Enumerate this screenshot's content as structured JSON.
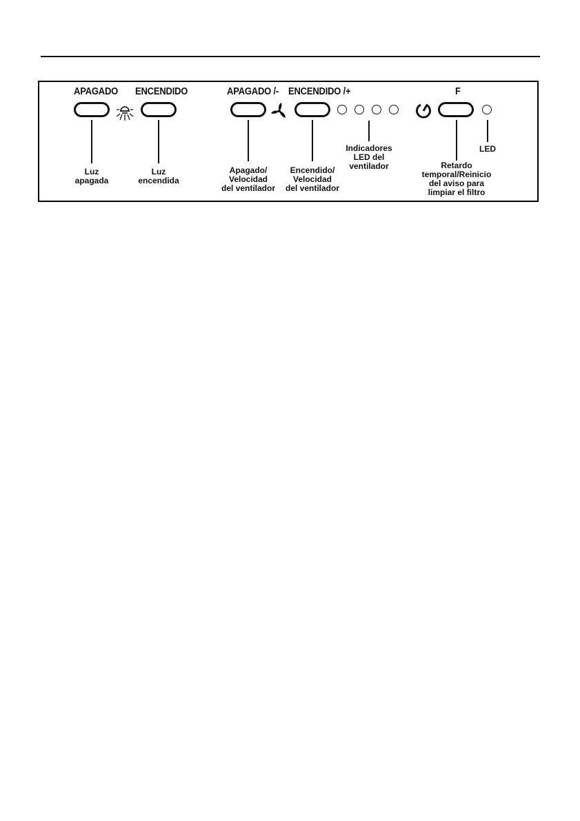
{
  "panel": {
    "headings": {
      "light_off": "APAGADO",
      "light_on": "ENCENDIDO",
      "fan_off_minus": "APAGADO /-",
      "fan_on_plus": "ENCENDIDO /+",
      "filter": "F"
    },
    "labels": {
      "light_off": [
        "Luz",
        "apagada"
      ],
      "light_on": [
        "Luz",
        "encendida"
      ],
      "fan_off": [
        "Apagado/",
        "Velocidad",
        "del ventilador"
      ],
      "fan_on": [
        "Encendido/",
        "Velocidad",
        "del ventilador"
      ],
      "fan_leds": [
        "Indicadores",
        "LED del",
        "ventilador"
      ],
      "led": [
        "LED"
      ],
      "timer_reset": [
        "Retardo",
        "temporal/Reinicio",
        "del aviso para",
        "limpiar el filtro"
      ]
    },
    "icons": {
      "light": "light-bulb-icon",
      "fan": "fan-icon",
      "timer": "timer-icon"
    },
    "fan_led_count": 4
  }
}
